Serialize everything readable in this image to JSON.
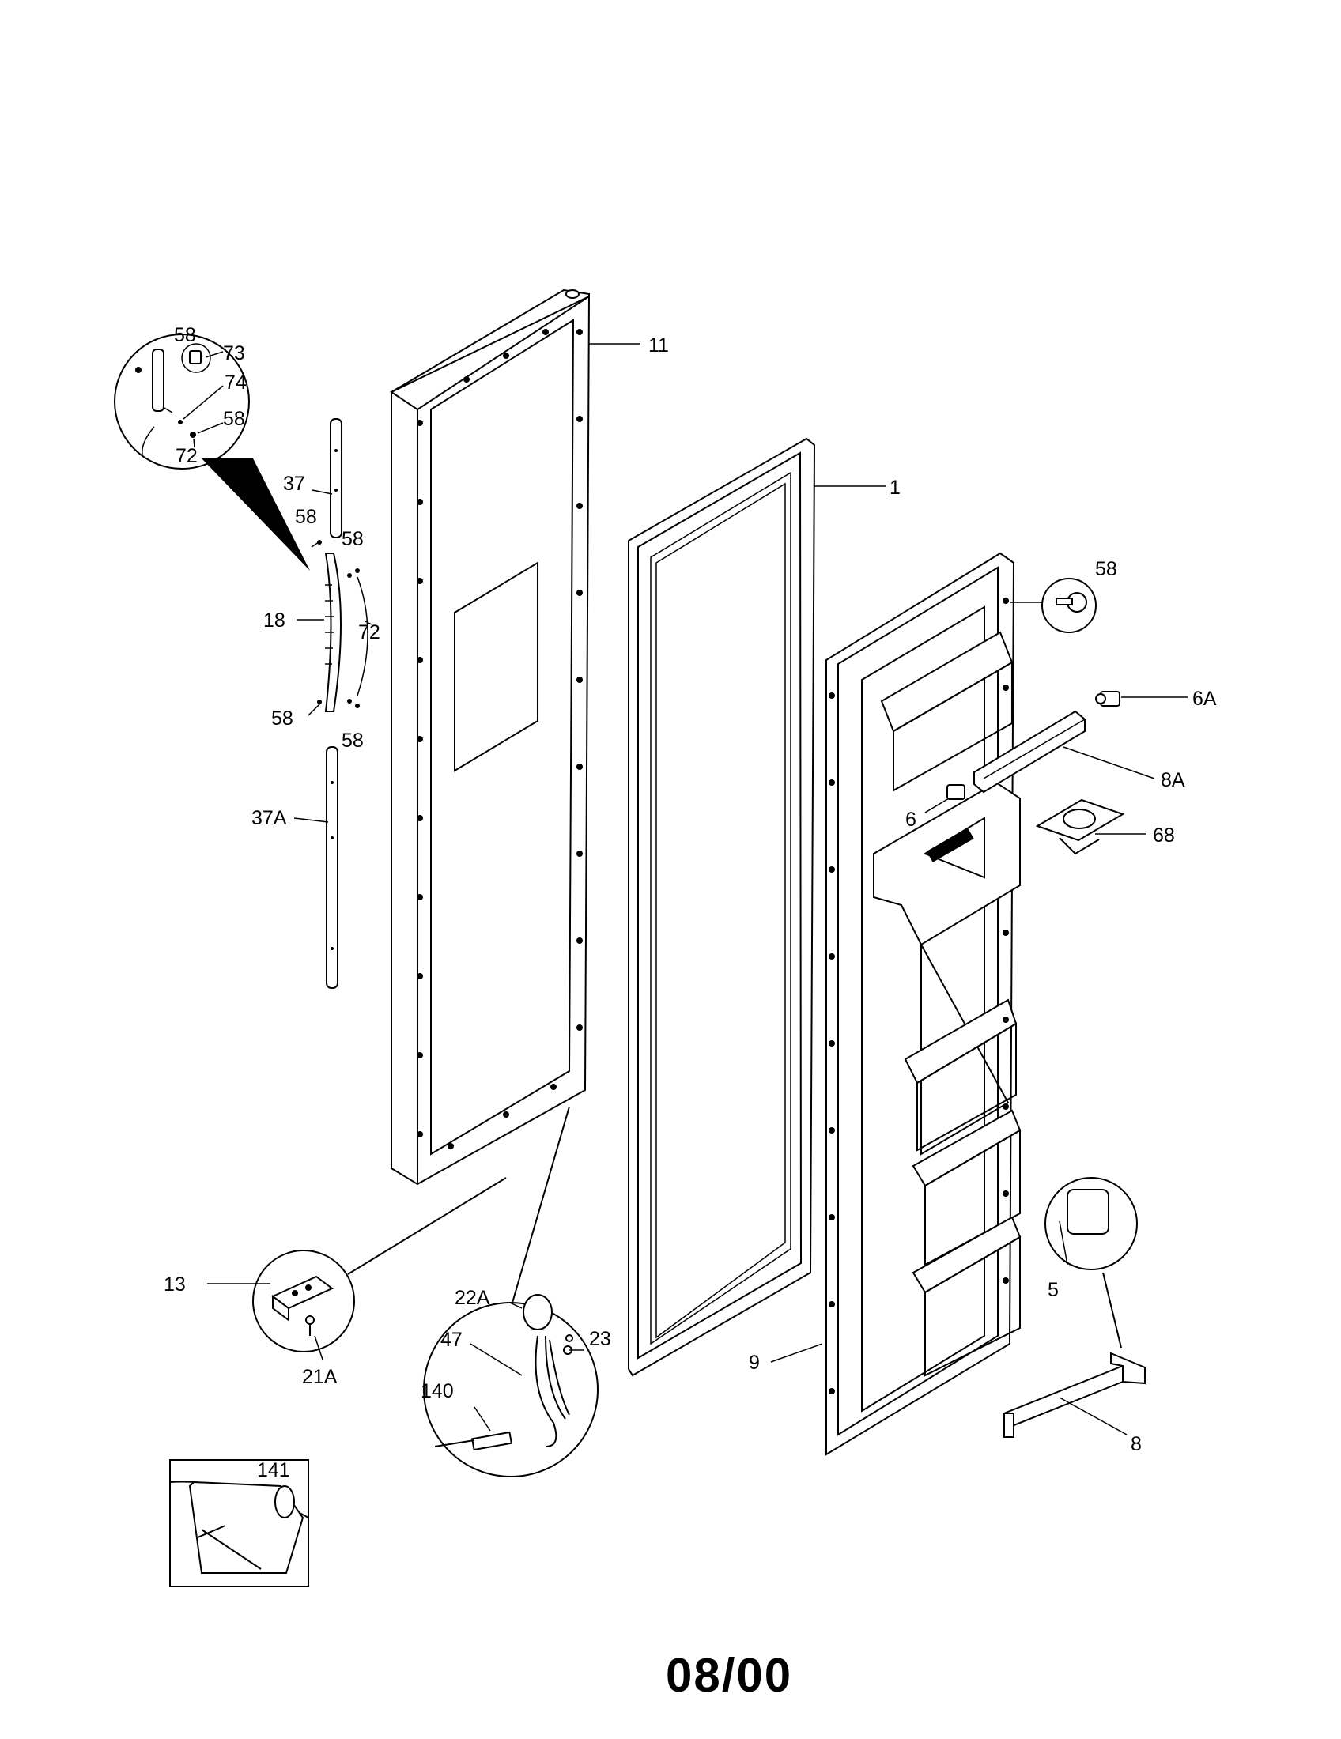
{
  "diagram": {
    "part_labels": {
      "p1": "1",
      "p5": "5",
      "p6": "6",
      "p6A": "6A",
      "p8": "8",
      "p8A": "8A",
      "p9": "9",
      "p11": "11",
      "p13": "13",
      "p18": "18",
      "p21A": "21A",
      "p22A": "22A",
      "p23": "23",
      "p37": "37",
      "p37A": "37A",
      "p47": "47",
      "p58": "58",
      "p68": "68",
      "p72": "72",
      "p73": "73",
      "p74": "74",
      "p140": "140",
      "p141": "141"
    },
    "footer_code": "08/00"
  }
}
